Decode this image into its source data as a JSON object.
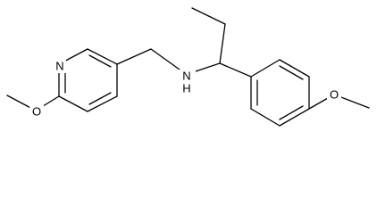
{
  "atoms": {
    "pyridine_nitrogen": "N",
    "amine_nitrogen": "H\nN",
    "amine_nitrogen_symbol": "N",
    "amine_hydrogen": "H",
    "methoxy_oxygen_left": "O",
    "methoxy_oxygen_right": "O"
  },
  "colors": {
    "bond": "#000000",
    "label": "#000000",
    "background": "#ffffff"
  }
}
